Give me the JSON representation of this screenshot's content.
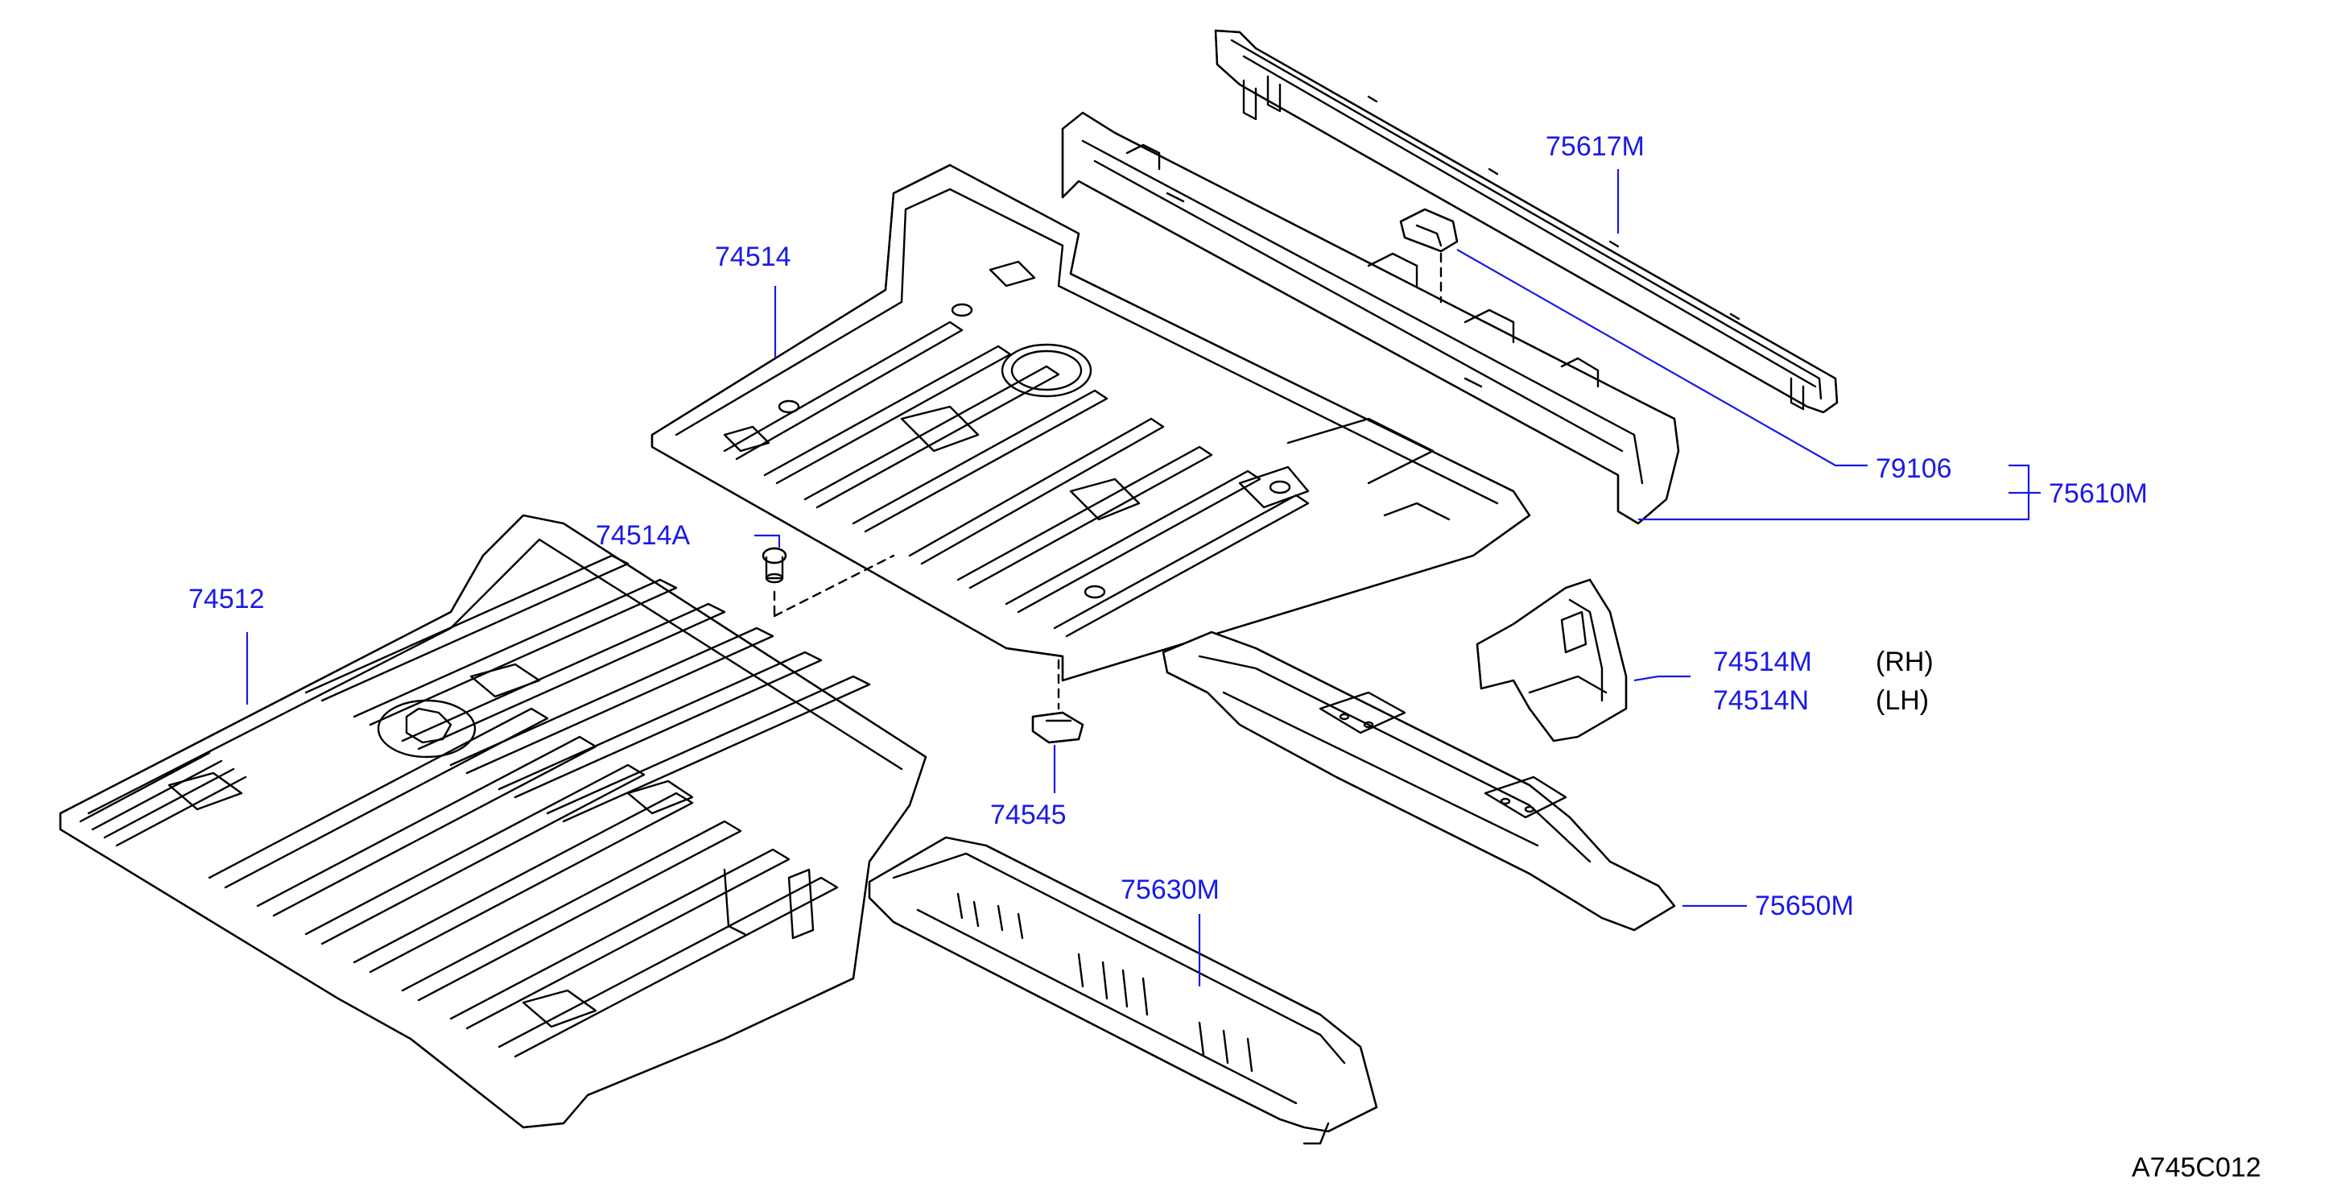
{
  "diagram": {
    "code": "A745C012",
    "label_color": "#1a1ae6",
    "parts": [
      {
        "id": "75617M",
        "label": "75617M"
      },
      {
        "id": "74514",
        "label": "74514"
      },
      {
        "id": "79106",
        "label": "79106"
      },
      {
        "id": "75610M",
        "label": "75610M"
      },
      {
        "id": "74514A",
        "label": "74514A"
      },
      {
        "id": "74512",
        "label": "74512"
      },
      {
        "id": "74514M",
        "label": "74514M",
        "side": "(RH)"
      },
      {
        "id": "74514N",
        "label": "74514N",
        "side": "(LH)"
      },
      {
        "id": "74545",
        "label": "74545"
      },
      {
        "id": "75630M",
        "label": "75630M"
      },
      {
        "id": "75650M",
        "label": "75650M"
      }
    ]
  }
}
